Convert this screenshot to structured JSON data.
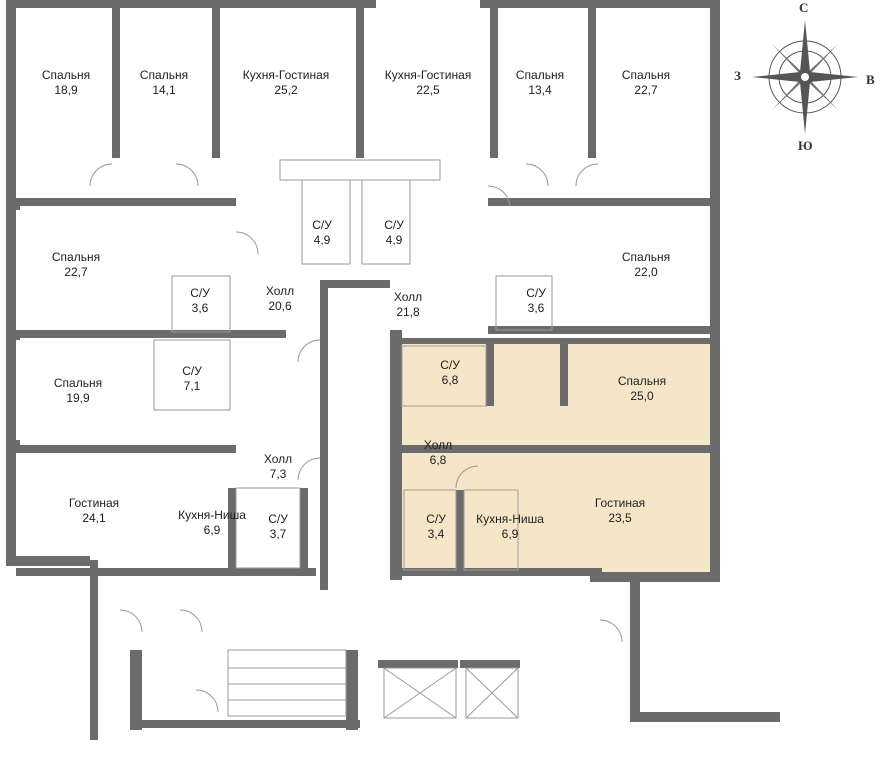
{
  "colors": {
    "wall": "#6b6b6b",
    "highlight": "#f5e6c8",
    "line": "#9a9a9a"
  },
  "compass": {
    "north": "С",
    "south": "Ю",
    "west": "З",
    "east": "В"
  },
  "rooms": [
    {
      "name": "Спальня",
      "area": "18,9"
    },
    {
      "name": "Спальня",
      "area": "14,1"
    },
    {
      "name": "Кухня-Гостиная",
      "area": "25,2"
    },
    {
      "name": "Кухня-Гостиная",
      "area": "22,5"
    },
    {
      "name": "Спальня",
      "area": "13,4"
    },
    {
      "name": "Спальня",
      "area": "22,7"
    },
    {
      "name": "Спальня",
      "area": "22,7"
    },
    {
      "name": "С/У",
      "area": "4,9"
    },
    {
      "name": "С/У",
      "area": "4,9"
    },
    {
      "name": "Спальня",
      "area": "22,0"
    },
    {
      "name": "С/У",
      "area": "3,6"
    },
    {
      "name": "Холл",
      "area": "20,6"
    },
    {
      "name": "Холл",
      "area": "21,8"
    },
    {
      "name": "С/У",
      "area": "3,6"
    },
    {
      "name": "Спальня",
      "area": "19,9"
    },
    {
      "name": "С/У",
      "area": "7,1"
    },
    {
      "name": "С/У",
      "area": "6,8"
    },
    {
      "name": "Спальня",
      "area": "25,0"
    },
    {
      "name": "Холл",
      "area": "7,3"
    },
    {
      "name": "Холл",
      "area": "6,8"
    },
    {
      "name": "Гостиная",
      "area": "24,1"
    },
    {
      "name": "Кухня-Ниша",
      "area": "6,9"
    },
    {
      "name": "С/У",
      "area": "3,7"
    },
    {
      "name": "С/У",
      "area": "3,4"
    },
    {
      "name": "Кухня-Ниша",
      "area": "6,9"
    },
    {
      "name": "Гостиная",
      "area": "23,5"
    }
  ]
}
